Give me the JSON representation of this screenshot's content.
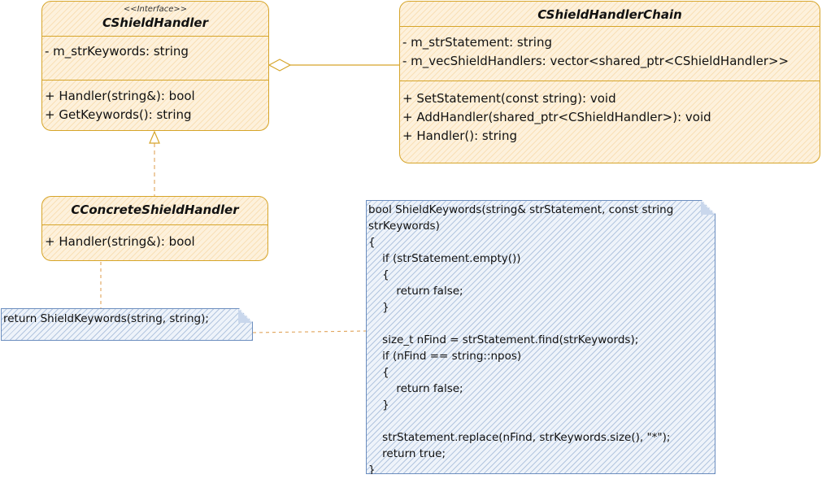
{
  "classes": {
    "shield_handler": {
      "stereotype": "<<Interface>>",
      "name": "CShieldHandler",
      "attributes": [
        "- m_strKeywords: string"
      ],
      "methods": [
        "+ Handler(string&): bool",
        "+ GetKeywords(): string"
      ]
    },
    "chain": {
      "name": "CShieldHandlerChain",
      "attributes": [
        "- m_strStatement: string",
        "- m_vecShieldHandlers: vector<shared_ptr<CShieldHandler>>"
      ],
      "methods": [
        "+ SetStatement(const string): void",
        "+ AddHandler(shared_ptr<CShieldHandler>): void",
        "+ Handler(): string"
      ]
    },
    "concrete": {
      "name": "CConcreteShieldHandler",
      "methods": [
        "+ Handler(string&): bool"
      ]
    }
  },
  "notes": {
    "call_note": "return ShieldKeywords(string, string);",
    "code_note": "bool ShieldKeywords(string& strStatement, const string strKeywords)\n{\n    if (strStatement.empty())\n    {\n        return false;\n    }\n\n    size_t nFind = strStatement.find(strKeywords);\n    if (nFind == string::npos)\n    {\n        return false;\n    }\n\n    strStatement.replace(nFind, strKeywords.size(), \"*\");\n    return true;\n}"
  },
  "colors": {
    "class_border": "#d6a52a",
    "class_fill": "#fdf1dc",
    "note_border": "#6c8ebf",
    "note_fill": "#eef3fa",
    "connector": "#e0a45a"
  }
}
